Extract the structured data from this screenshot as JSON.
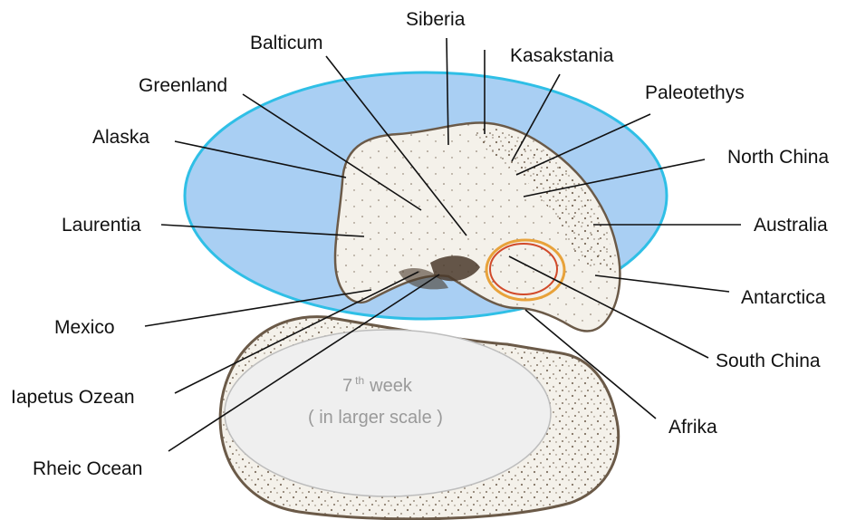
{
  "labels": {
    "siberia": "Siberia",
    "balticum": "Balticum",
    "kasakstania": "Kasakstania",
    "greenland": "Greenland",
    "paleotethys": "Paleotethys",
    "alaska": "Alaska",
    "north_china": "North China",
    "laurentia": "Laurentia",
    "australia": "Australia",
    "antarctica": "Antarctica",
    "mexico": "Mexico",
    "south_china": "South China",
    "iapetus_ozean": "Iapetus Ozean",
    "afrika": "Afrika",
    "rheic_ocean": "Rheic Ocean"
  },
  "inset": {
    "week_number": "7",
    "week_suffix": "th",
    "week_word": "week",
    "scale_note": "( in larger scale )"
  },
  "colors": {
    "plane_fill": "#a9cff3",
    "plane_stroke": "#2fbfe6",
    "embryo_fill": "#f4f1ea",
    "embryo_stroke": "#6b5a48",
    "stipple": "#6b5a48",
    "highlight_outer": "#e8a23a",
    "highlight_inner": "#d14a2a"
  }
}
